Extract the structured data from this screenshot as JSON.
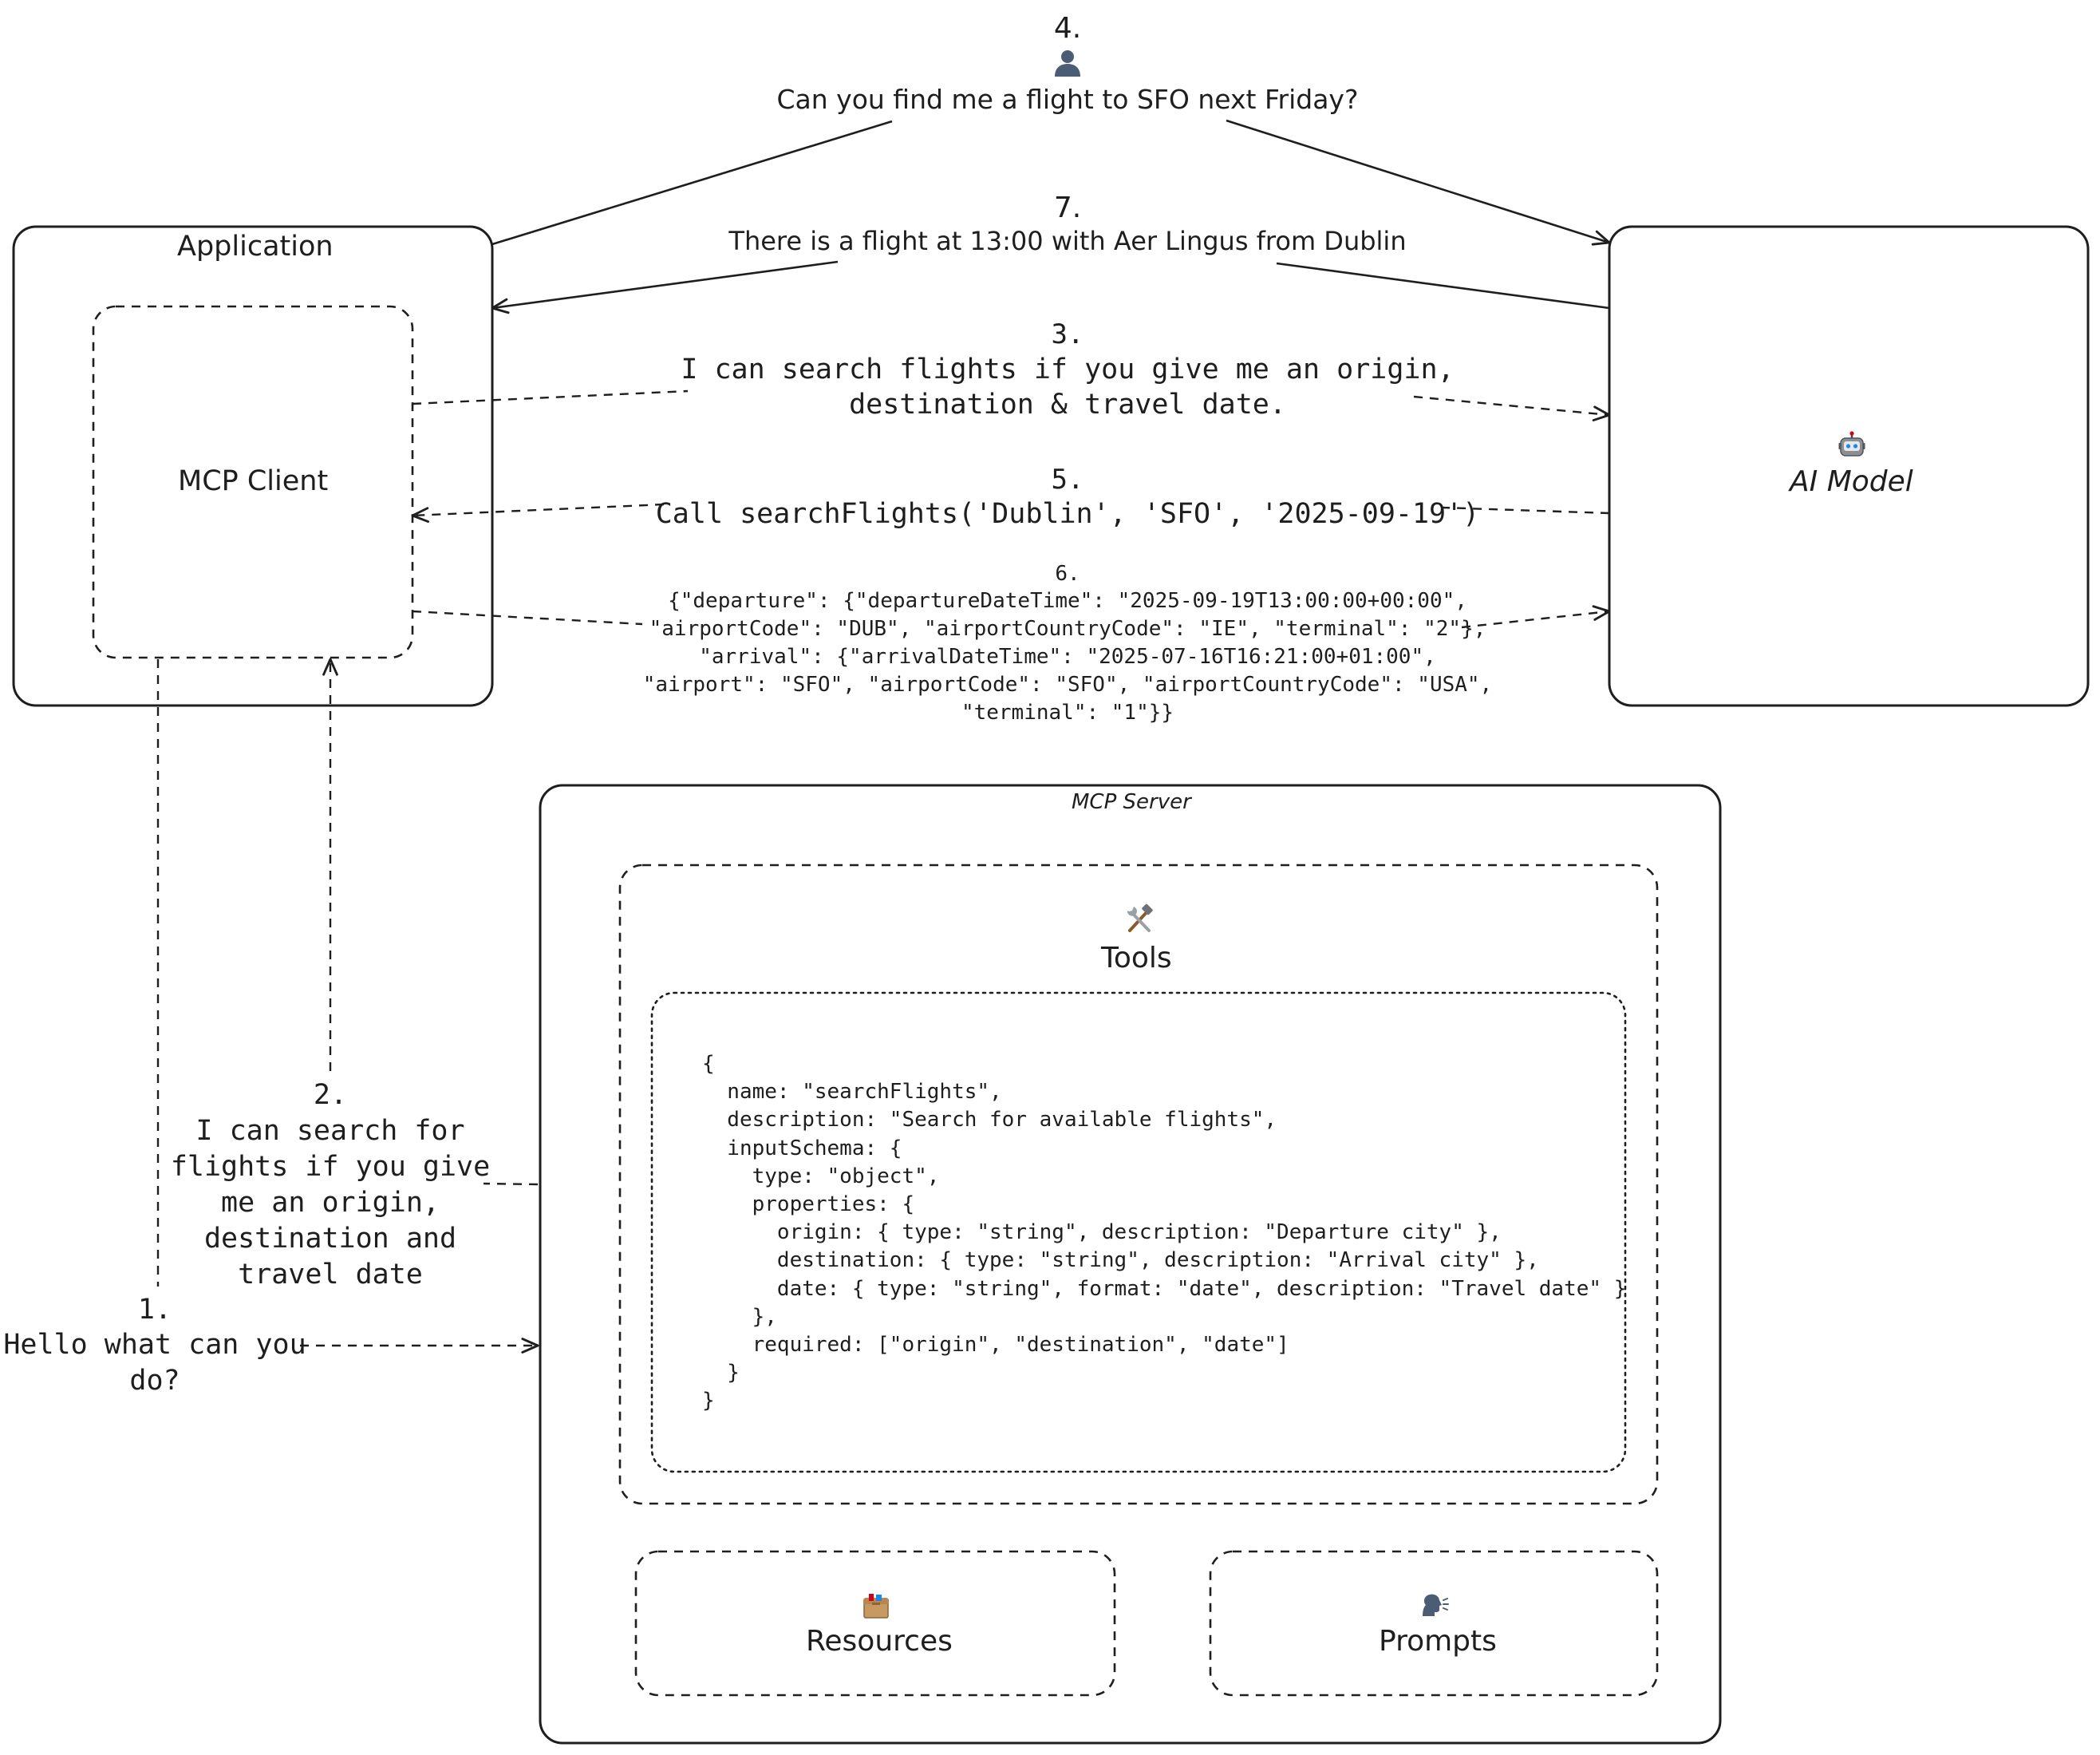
{
  "nodes": {
    "application": {
      "label": "Application"
    },
    "mcp_client": {
      "label": "MCP Client"
    },
    "ai_model": {
      "label": "AI Model",
      "icon": "robot-icon"
    },
    "mcp_server": {
      "label": "MCP Server"
    },
    "tools": {
      "label": "Tools",
      "icon": "hammer-and-wrench-icon"
    },
    "resources": {
      "label": "Resources",
      "icon": "package-icon"
    },
    "prompts": {
      "label": "Prompts",
      "icon": "speaking-head-icon"
    }
  },
  "steps": {
    "s1": {
      "number": "1.",
      "lines": [
        "Hello what can you",
        "do?"
      ]
    },
    "s2": {
      "number": "2.",
      "lines": [
        "I can search for",
        "flights if you give",
        "me an origin,",
        "destination and",
        "travel date"
      ]
    },
    "s3": {
      "number": "3.",
      "lines": [
        "I can search flights if you give me an origin,",
        "destination & travel date."
      ]
    },
    "s4": {
      "number": "4.",
      "icon": "user-icon",
      "text": "Can you find me a flight to SFO next Friday?"
    },
    "s5": {
      "number": "5.",
      "text": "Call searchFlights('Dublin', 'SFO', '2025-09-19')"
    },
    "s6": {
      "number": "6.",
      "lines": [
        "{\"departure\": {\"departureDateTime\": \"2025-09-19T13:00:00+00:00\",",
        "\"airportCode\": \"DUB\", \"airportCountryCode\": \"IE\", \"terminal\": \"2\"},",
        "\"arrival\": {\"arrivalDateTime\": \"2025-07-16T16:21:00+01:00\",",
        "\"airport\": \"SFO\", \"airportCode\": \"SFO\", \"airportCountryCode\": \"USA\",",
        "\"terminal\": \"1\"}}"
      ]
    },
    "s7": {
      "number": "7.",
      "text": "There is a flight at 13:00 with Aer Lingus from Dublin"
    }
  },
  "tool_definition": "{\n  name: \"searchFlights\",\n  description: \"Search for available flights\",\n  inputSchema: {\n    type: \"object\",\n    properties: {\n      origin: { type: \"string\", description: \"Departure city\" },\n      destination: { type: \"string\", description: \"Arrival city\" },\n      date: { type: \"string\", format: \"date\", description: \"Travel date\" }\n    },\n    required: [\"origin\", \"destination\", \"date\"]\n  }\n}"
}
